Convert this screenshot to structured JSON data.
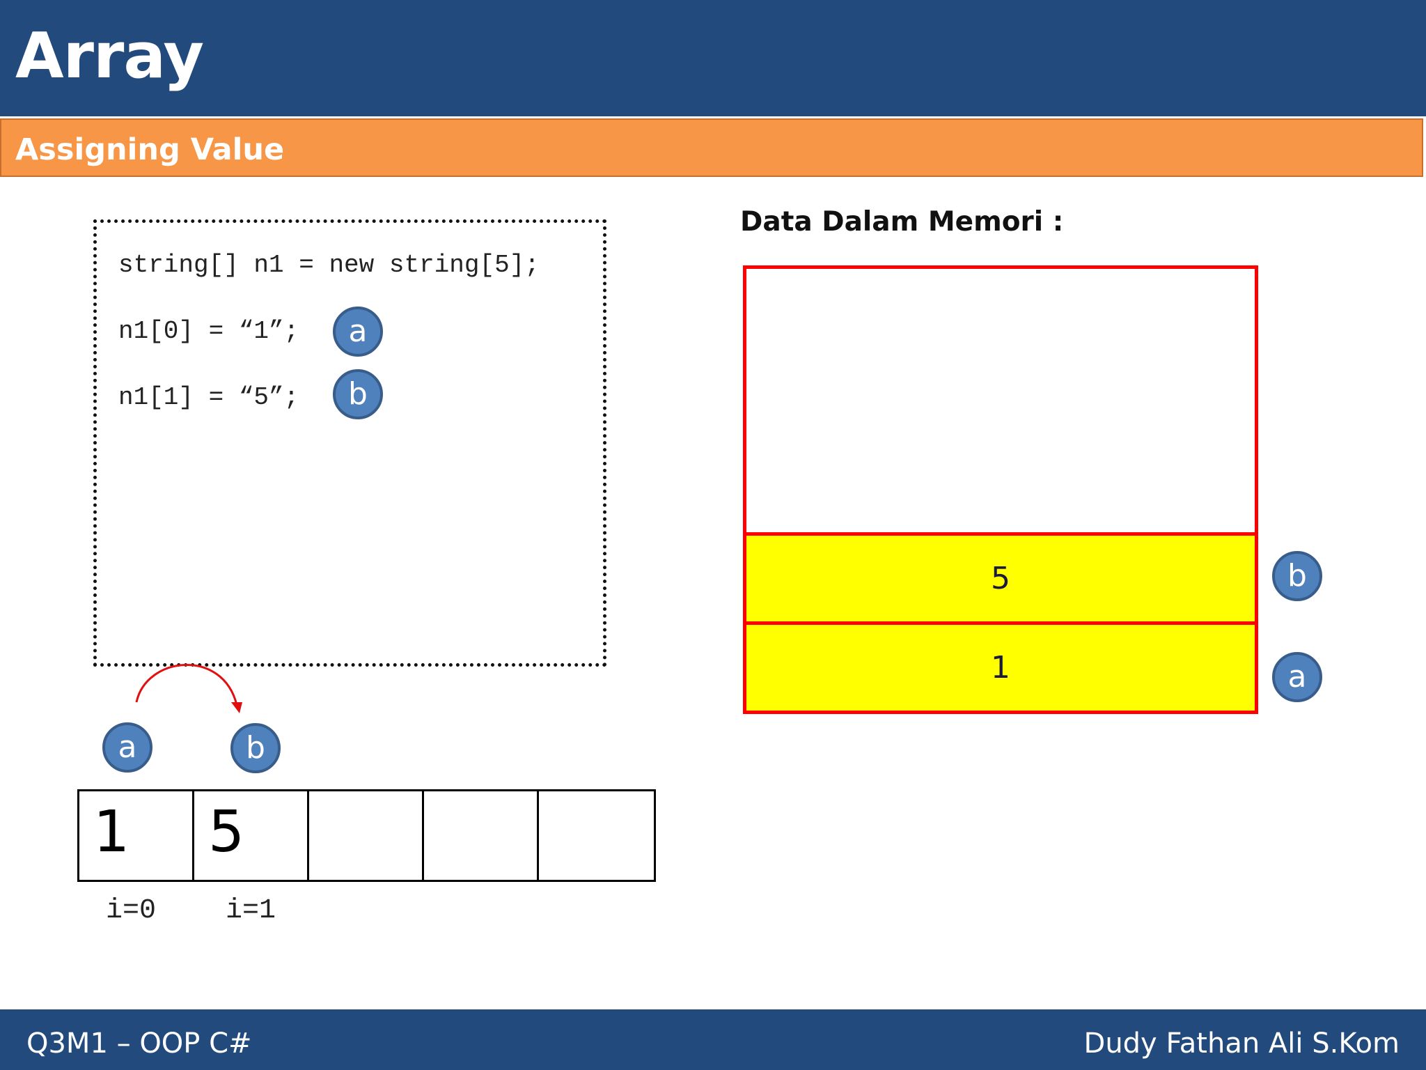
{
  "header": {
    "title": "Array"
  },
  "section": {
    "subtitle": "Assigning Value"
  },
  "code": {
    "lines": [
      "string[] n1 = new string[5];",
      "n1[0] = “1”;",
      "n1[1] = “5”;"
    ],
    "markers": [
      "a",
      "b"
    ]
  },
  "memory": {
    "heading": "Data Dalam Memori :",
    "cells": [
      {
        "value": "5",
        "marker": "b"
      },
      {
        "value": "1",
        "marker": "a"
      }
    ]
  },
  "array": {
    "markers": [
      "a",
      "b"
    ],
    "cells": [
      "1",
      "5",
      "",
      "",
      ""
    ],
    "indices": [
      "i=0",
      "i=1"
    ]
  },
  "footer": {
    "left": "Q3M1 – OOP C#",
    "right": "Dudy Fathan Ali S.Kom"
  },
  "colors": {
    "header": "#224a7d",
    "subbar": "#f79646",
    "memory_border": "#ff0000",
    "memory_fill": "#ffff00",
    "marker": "#4f81bd",
    "arrow": "#e01010"
  }
}
